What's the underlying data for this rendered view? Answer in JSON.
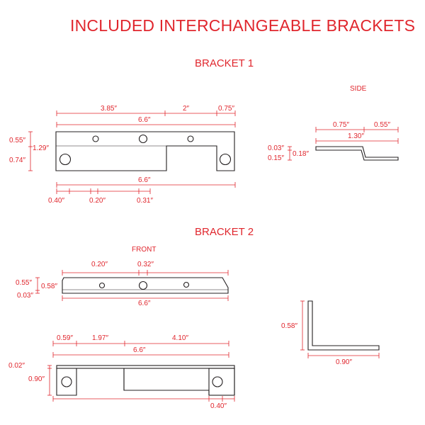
{
  "title": "INCLUDED INTERCHANGEABLE  BRACKETS",
  "colors": {
    "dimension": "#e0262d",
    "part": "#231f20"
  },
  "bracket1": {
    "heading": "BRACKET 1",
    "side_label": "SIDE",
    "top": {
      "a": "3.85″",
      "b": "2″",
      "c": "0.75″",
      "overall": "6.6″"
    },
    "left": {
      "upper": "0.55″",
      "total": "1.29″",
      "lower": "0.74″"
    },
    "bottom": {
      "overall": "6.6″",
      "a": "0.40″",
      "b": "0.20″",
      "c": "0.31″"
    },
    "side": {
      "a": "0.75″",
      "b": "0.55″",
      "overall": "1.30″",
      "thick": "0.03″",
      "offset": "0.15″",
      "height": "0.18″"
    }
  },
  "bracket2": {
    "heading": "BRACKET 2",
    "front_label": "FRONT",
    "front": {
      "a": "0.20″",
      "b": "0.32″",
      "left_upper": "0.55″",
      "left_total": "0.58″",
      "left_lower": "0.03″",
      "overall": "6.6″"
    },
    "lower": {
      "a": "0.59″",
      "b": "1.97″",
      "c": "4.10″",
      "overall": "6.6″",
      "thick": "0.02″",
      "height": "0.90″",
      "bottom": "0.40″"
    },
    "angle": {
      "height": "0.58″",
      "width": "0.90″"
    }
  }
}
